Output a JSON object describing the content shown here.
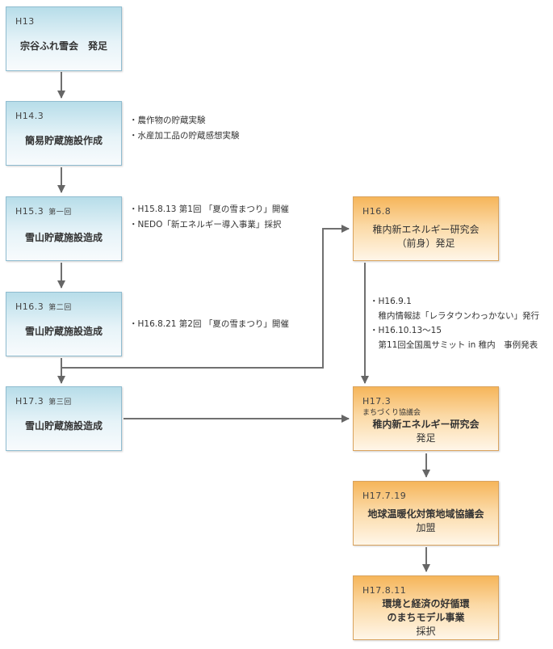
{
  "left_boxes": [
    {
      "date": "H13",
      "sub": "",
      "title": "宗谷ふれ雪会　発足"
    },
    {
      "date": "H14.3",
      "sub": "",
      "title": "簡易貯蔵施設作成"
    },
    {
      "date": "H15.3",
      "sub": "第一回",
      "title": "雪山貯蔵施設造成"
    },
    {
      "date": "H16.3",
      "sub": "第二回",
      "title": "雪山貯蔵施設造成"
    },
    {
      "date": "H17.3",
      "sub": "第三回",
      "title": "雪山貯蔵施設造成"
    }
  ],
  "notes_h14": [
    "・農作物の貯蔵実験",
    "・水産加工品の貯蔵感想実験"
  ],
  "notes_h15": [
    "・H15.8.13  第1回 「夏の雪まつり」開催",
    "・NEDO「新エネルギー導入事業」採択"
  ],
  "notes_h16": [
    "・H16.8.21 第2回 「夏の雪まつり」開催"
  ],
  "notes_right": [
    "・H16.9.1",
    "　稚内情報誌「レラタウンわっかない」発行",
    "・H16.10.13～15",
    "　第11回全国風サミット in 稚内　事例発表"
  ],
  "right_boxes": [
    {
      "date": "H16.8",
      "line1": "稚内新エネルギー研究会",
      "line2": "（前身）発足"
    },
    {
      "date": "H17.3",
      "small": "まちづくり協議会",
      "line1": "稚内新エネルギー研究会",
      "line2": "発足"
    },
    {
      "date": "H17.7.19",
      "line1": "地球温暖化対策地域協議会",
      "line2": "加盟"
    },
    {
      "date": "H17.8.11",
      "line1": "環境と経済の好循環",
      "line2": "のまちモデル事業",
      "line3": "採択"
    }
  ]
}
